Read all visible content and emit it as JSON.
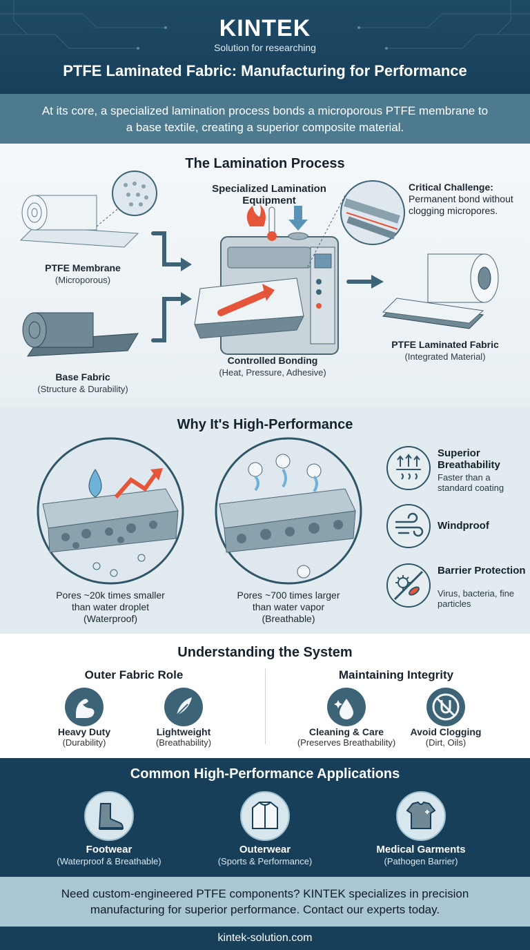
{
  "header": {
    "brand": "KINTEK",
    "tagline": "Solution for researching",
    "headline": "PTFE Laminated Fabric: Manufacturing for Performance"
  },
  "intro": "At its core, a specialized lamination process bonds a microporous PTFE membrane to a base textile, creating a superior composite material.",
  "process": {
    "title": "The Lamination Process",
    "equipment_label": "Specialized Lamination Equipment",
    "challenge_title": "Critical Challenge:",
    "challenge_text": "Permanent bond without clogging micropores.",
    "membrane": {
      "name": "PTFE Membrane",
      "sub": "(Microporous)"
    },
    "base": {
      "name": "Base Fabric",
      "sub": "(Structure & Durability)"
    },
    "bonding": {
      "name": "Controlled Bonding",
      "sub": "(Heat, Pressure, Adhesive)"
    },
    "result": {
      "name": "PTFE Laminated Fabric",
      "sub": "(Integrated Material)"
    }
  },
  "performance": {
    "title": "Why It's High-Performance",
    "waterproof": {
      "line1": "Pores ~20k times smaller",
      "line2": "than water droplet",
      "line3": "(Waterproof)"
    },
    "breathable": {
      "line1": "Pores ~700 times larger",
      "line2": "than water vapor",
      "line3": "(Breathable)"
    },
    "features": [
      {
        "title": "Superior Breathability",
        "desc": "Faster than a standard coating",
        "icon": "breathability-icon"
      },
      {
        "title": "Windproof",
        "desc": "",
        "icon": "wind-icon"
      },
      {
        "title": "Barrier Protection",
        "desc": "Virus, bacteria, fine particles",
        "icon": "barrier-icon"
      }
    ]
  },
  "system": {
    "title": "Understanding the System",
    "outer_title": "Outer Fabric Role",
    "integrity_title": "Maintaining Integrity",
    "items": [
      {
        "name": "Heavy Duty",
        "sub": "(Durability)",
        "icon": "muscle-icon"
      },
      {
        "name": "Lightweight",
        "sub": "(Breathability)",
        "icon": "feather-icon"
      },
      {
        "name": "Cleaning & Care",
        "sub": "(Preserves Breathability)",
        "icon": "droplet-sparkle-icon"
      },
      {
        "name": "Avoid Clogging",
        "sub": "(Dirt, Oils)",
        "icon": "no-clog-icon"
      }
    ]
  },
  "apps": {
    "title": "Common High-Performance Applications",
    "items": [
      {
        "name": "Footwear",
        "sub": "(Waterproof & Breathable)",
        "icon": "boot-icon"
      },
      {
        "name": "Outerwear",
        "sub": "(Sports & Performance)",
        "icon": "jacket-icon"
      },
      {
        "name": "Medical Garments",
        "sub": "(Pathogen Barrier)",
        "icon": "medical-scrubs-icon"
      }
    ]
  },
  "cta": "Need custom-engineered PTFE components? KINTEK specializes in precision manufacturing for superior performance. Contact our experts today.",
  "footer": "kintek-solution.com",
  "colors": {
    "navy": "#173f5a",
    "teal": "#4d7a8f",
    "accent": "#e4553a",
    "light": "#a9c6d3"
  }
}
